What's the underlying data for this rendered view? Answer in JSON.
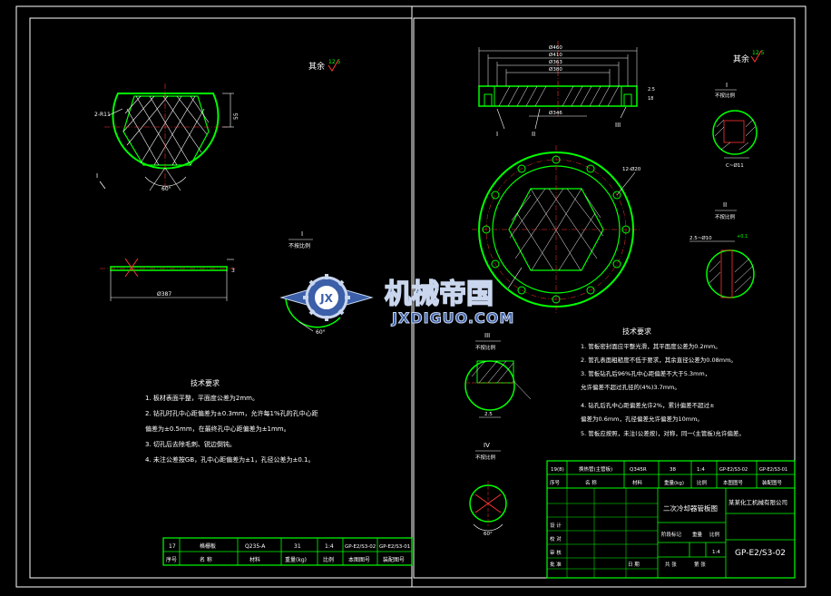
{
  "colors": {
    "background": "#000000",
    "frame": "#ffffff",
    "part": "#00ff00",
    "hatch": "#ffffff",
    "dim": "#ffffff",
    "cut": "#ff2020",
    "watermark_blue": "#3b5fa8",
    "watermark_light": "#c9d6ee",
    "note": "#ffff66"
  },
  "left_sheet": {
    "roughness_note": "其余",
    "roughness_value": "12.5",
    "view_label": "I",
    "view_scale": "不按比例",
    "dim_thickness": "3",
    "dim_flat": "Ø387",
    "angle": "60°",
    "tech_title": "技术要求",
    "tech_lines": [
      "1. 板材表面平整，平面度公差为2mm。",
      "2. 钻孔时孔中心距偏差为±0.3mm，允许每1%孔的孔中心距",
      "   偏差为±0.5mm，在最终孔中心距偏差为±1mm。",
      "3. 切孔后去除毛刺、锐边倒钝。",
      "4. 未注公差按GB，孔中心距偏差为±1，孔径公差为±0.1。"
    ],
    "title_row1": [
      "17",
      "格栅板",
      "Q235-A",
      "31",
      "1:4",
      "GP-E2/S3-02",
      "GP-E2/S3-01"
    ],
    "title_row2": [
      "序号",
      "名 称",
      "材料",
      "重量(kg)",
      "比例",
      "本图图号",
      "装配图号"
    ]
  },
  "right_sheet": {
    "roughness_note": "其余",
    "roughness_value": "12.5",
    "dim_outer": "Ø460",
    "dim_mid": "Ø410",
    "dim_inner": "Ø363",
    "dim_bore": "Ø380",
    "dim_seat": "Ø346",
    "hole_note": "12-Ø20",
    "label_II": "II",
    "label_III": "III",
    "label_I": "I",
    "detail_I_title": "I",
    "detail_I_scale": "不按比例",
    "detail_I_dim": "C~Ø11",
    "detail_II_title": "II",
    "detail_II_scale": "不按比例",
    "detail_II_dim": "2.5~Ø10",
    "detail_III_title": "III",
    "detail_III_scale": "不按比例",
    "detail_III_dim": "2.5",
    "detail_IV_title": "IV",
    "detail_IV_scale": "不按比例",
    "detail_IV_angle": "60°",
    "tech_title": "技术要求",
    "tech_lines": [
      "1. 管板密封面应平整光滑，其平面度公差为0.2mm。",
      "2. 管孔表面粗糙度不低于要求，其余直径公差为0.08mm。",
      "3. 管板钻孔后96%孔中心距偏差不大于5.3mm，",
      "   允许偏差不超过孔径的(4%)3.7mm。",
      "4. 钻孔后孔中心距偏差允许2%，累计偏差不超过±",
      "   偏差为0.6mm，孔径偏差允许偏差为10mm。",
      "5. 管板应按照，未注(公差按)，对称，同一(主管板)允许偏差。"
    ],
    "tb_row1": [
      "19(8)",
      "换热管(主管板)",
      "Q345R",
      "38",
      "1:4",
      "GP-E2/S3-02",
      "GP-E2/S3-01"
    ],
    "tb_row2": [
      "序号",
      "名 称",
      "材料",
      "重量(kg)",
      "比例",
      "本图图号",
      "装配图号"
    ],
    "tb_product": "二次冷却器管板图",
    "tb_company": "某某化工机械有限公司",
    "tb_drawing_no": "GP-E2/S3-02",
    "tb_labels": [
      "设 计",
      "校 对",
      "审 核",
      "批 准",
      "日 期"
    ],
    "tb_stage": [
      "阶段标记",
      "重量",
      "比例"
    ],
    "tb_sheet": [
      "共 张",
      "第 张"
    ],
    "tb_scale": "1:4"
  },
  "watermark": {
    "brand": "机械帝国",
    "url": "JXDIGUO.COM",
    "emblem": "JX"
  }
}
